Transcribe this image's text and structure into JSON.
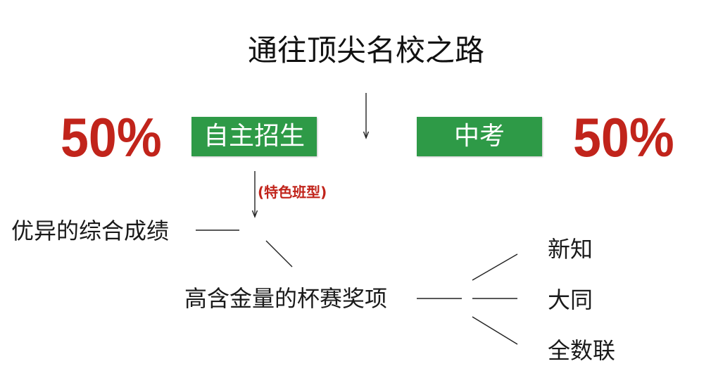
{
  "title": "通往顶尖名校之路",
  "left": {
    "percent": "50%",
    "box_label": "自主招生",
    "tag": "(特色班型)"
  },
  "right": {
    "percent": "50%",
    "box_label": "中考"
  },
  "criteria": {
    "achievement": "优异的综合成绩",
    "awards": "高含金量的杯赛奖项"
  },
  "competitions": [
    "新知",
    "大同",
    "全数联"
  ],
  "colors": {
    "box_green": "#2e9a47",
    "percent_red": "#c1241b",
    "text": "#1a1a1a"
  }
}
